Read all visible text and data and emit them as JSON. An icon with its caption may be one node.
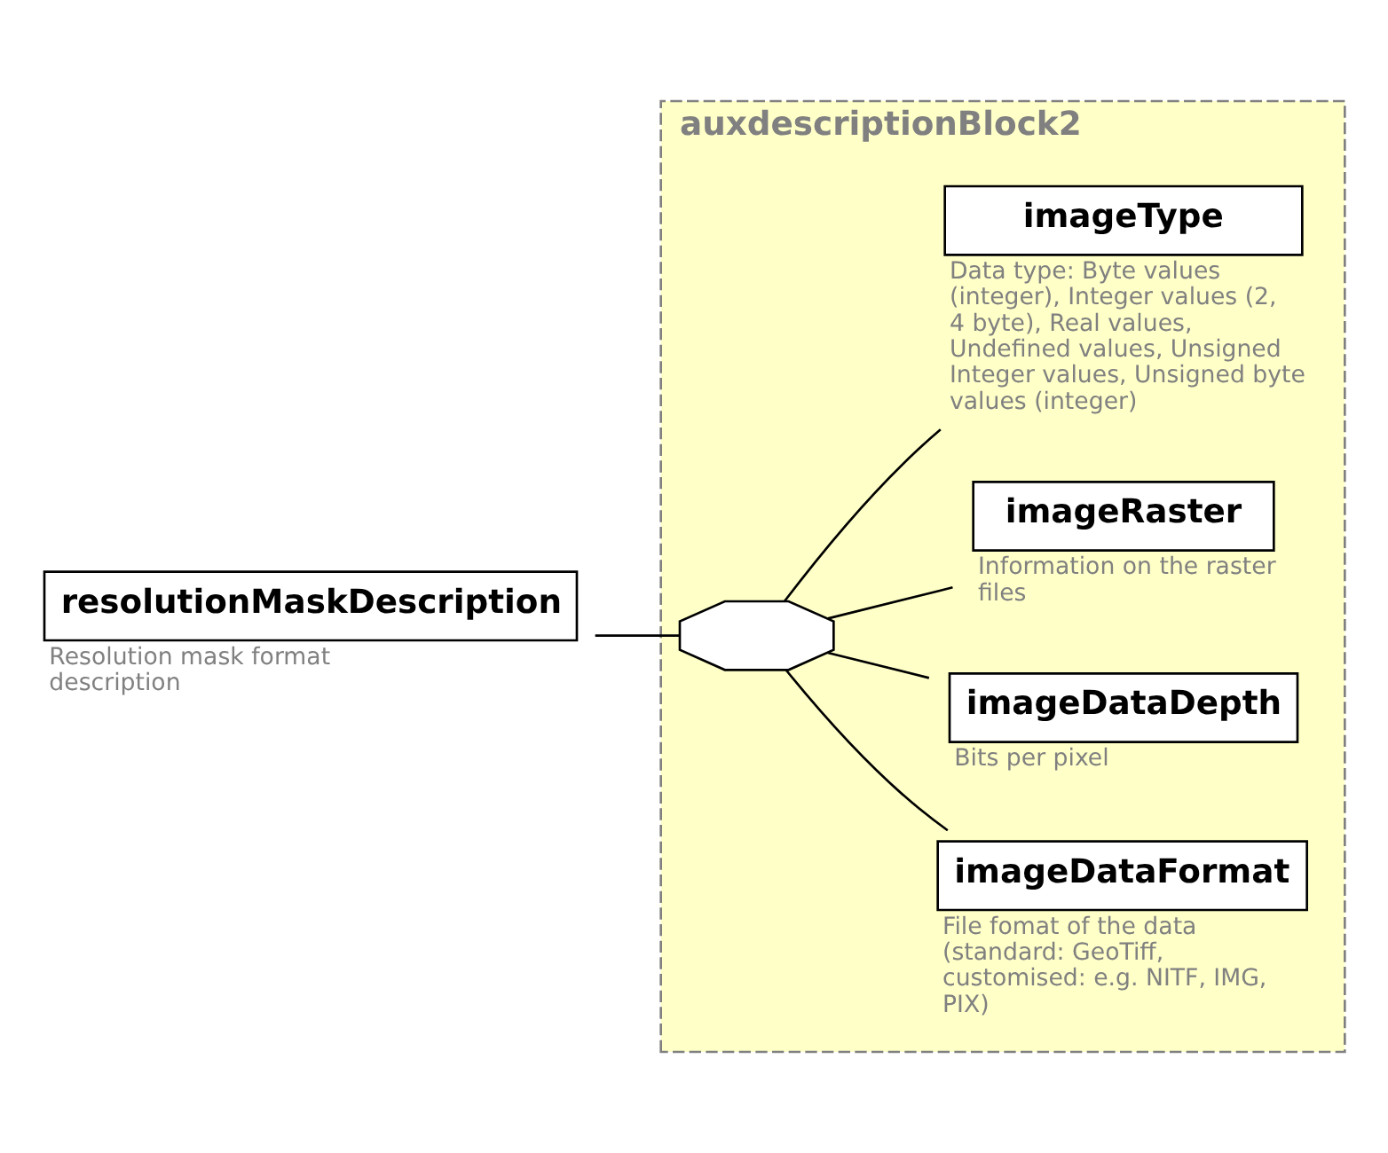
{
  "diagram": {
    "nodes": [
      {
        "text": [
          "resolutionMaskDescription"
        ],
        "beside": [
          "Resolution mask format description"
        ]
      },
      {
        "text": [
          "auxdescriptionBlock2"
        ]
      },
      {
        "text": [],
        "shape": "octagon",
        "in": 1
      },
      {
        "text": [
          "imageDataFormat"
        ],
        "beside": [
          "File fomat of the data (standard: GeoTiff, customised: e.g. NITF, IMG, PIX)"
        ],
        "in": 1
      },
      {
        "text": [
          "imageDataDepth"
        ],
        "beside": [
          "Bits per pixel"
        ],
        "in": 1
      },
      {
        "text": [
          "imageRaster"
        ],
        "beside": [
          "Information on the raster files"
        ],
        "in": 1
      },
      {
        "text": [
          "imageType"
        ],
        "beside": [
          "Data type: Byte values (integer), Integer values (2, 4 byte), Real values, Undefined values, Unsigned Integer values, Unsigned byte values (integer)"
        ],
        "in": 1
      }
    ],
    "edges": [
      {
        "from": 0,
        "to": 2,
        "arrow": "none"
      },
      {
        "from": 2,
        "to": 3,
        "arrow": "none"
      },
      {
        "from": 2,
        "to": 4,
        "arrow": "none"
      },
      {
        "from": 2,
        "to": 5,
        "arrow": "none"
      },
      {
        "from": 2,
        "to": 6,
        "arrow": "none"
      }
    ]
  }
}
